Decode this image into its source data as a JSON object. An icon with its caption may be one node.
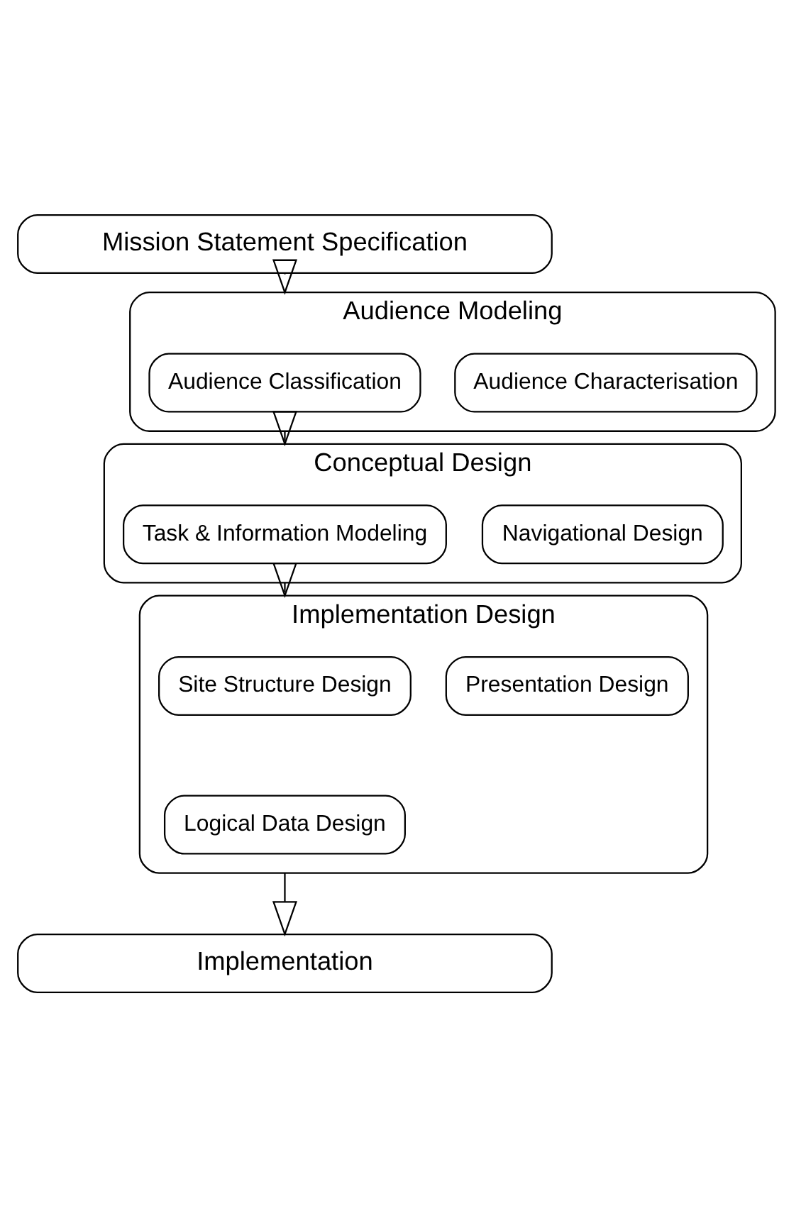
{
  "diagram": {
    "nodes": [
      {
        "text": [
          "Mission Statement Specification"
        ]
      },
      {
        "text": [
          "Audience Modeling"
        ]
      },
      {
        "text": [
          "Audience Classification"
        ],
        "in": 1
      },
      {
        "text": [
          "Audience Characterisation"
        ],
        "in": 1
      },
      {
        "text": [
          "Conceptual Design"
        ]
      },
      {
        "text": [
          "Task & Information Modeling"
        ],
        "in": 4
      },
      {
        "text": [
          "Navigational Design"
        ],
        "in": 4
      },
      {
        "text": [
          "Implementation Design"
        ]
      },
      {
        "text": [
          "Site Structure Design"
        ],
        "in": 7
      },
      {
        "text": [
          "Presentation Design"
        ],
        "in": 7
      },
      {
        "text": [
          "Logical Data Design"
        ],
        "in": 7
      },
      {
        "text": [
          "Implementation"
        ]
      }
    ],
    "edges": [
      {
        "from": 0,
        "to": 1,
        "arrow": "to"
      },
      {
        "from": 1,
        "to": 4,
        "arrow": "to"
      },
      {
        "from": 4,
        "to": 7,
        "arrow": "to"
      },
      {
        "from": 7,
        "to": 11,
        "arrow": "to"
      }
    ]
  }
}
